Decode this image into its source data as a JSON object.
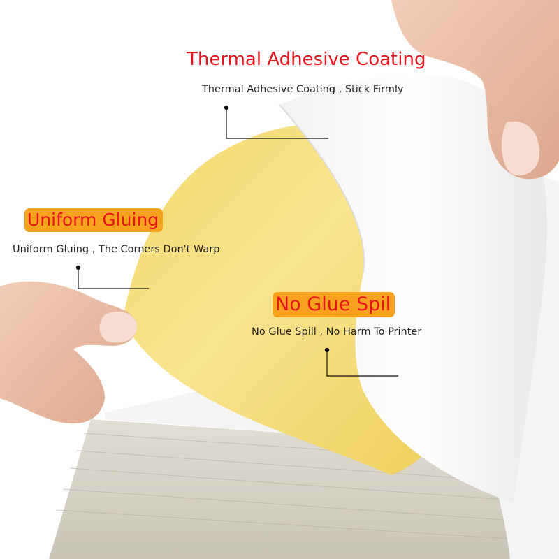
{
  "colors": {
    "title_red": "#e8141c",
    "title_box_orange": "#f7a21f",
    "body_text": "#222222",
    "leader_line": "#111111",
    "yellow_backing": "#f5da67",
    "white_sheet": "#fbfbfb",
    "skin": "#efc0a8"
  },
  "callouts": {
    "thermal": {
      "title": "Thermal Adhesive Coating",
      "subtitle": "Thermal Adhesive Coating , Stick Firmly"
    },
    "uniform": {
      "title": "Uniform Gluing",
      "subtitle": "Uniform Gluing , The Corners Don't Warp"
    },
    "no_glue": {
      "title": "No Glue Spil",
      "subtitle": "No Glue Spill , No Harm To Printer"
    }
  }
}
